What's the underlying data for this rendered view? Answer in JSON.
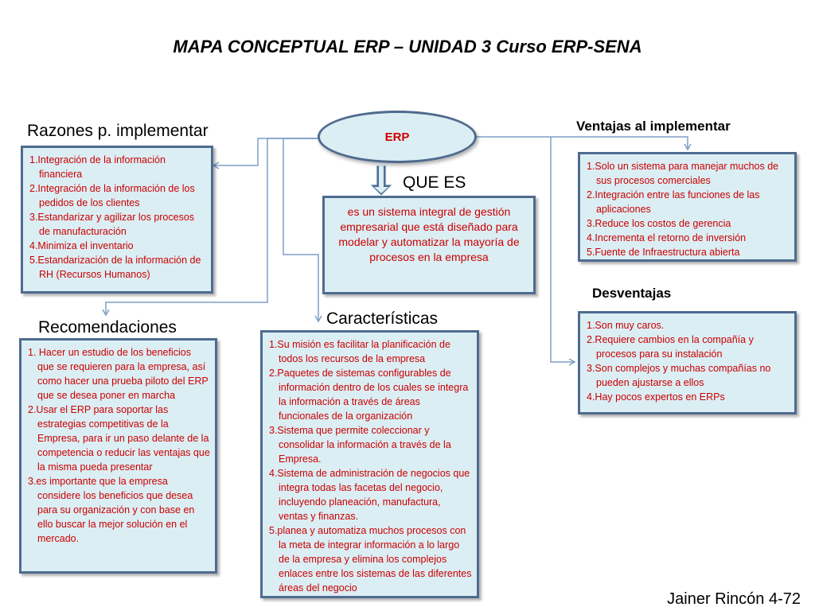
{
  "title": "MAPA CONCEPTUAL  ERP – UNIDAD 3 Curso ERP-SENA",
  "center": {
    "label": "ERP"
  },
  "que_es": {
    "heading": "QUE ES",
    "text": "es un sistema integral de gestión empresarial que está diseñado para modelar y automatizar la mayoría de procesos en la empresa"
  },
  "razones": {
    "heading": "Razones p. implementar",
    "items": [
      "1.Integración de la información financiera",
      "2.Integración de la información de los pedidos de los clientes",
      "3.Estandarizar y agilizar los procesos de manufacturación",
      "4.Minimiza el inventario",
      "5.Estandarización de la información de RH (Recursos Humanos)"
    ]
  },
  "ventajas": {
    "heading": "Ventajas al implementar",
    "items": [
      "1.Solo un sistema para manejar muchos de sus procesos comerciales",
      "2.Integración entre las funciones de las aplicaciones",
      "3.Reduce los costos de gerencia",
      "4.Incrementa el retorno de inversión",
      "5.Fuente de Infraestructura abierta"
    ]
  },
  "desventajas": {
    "heading": "Desventajas",
    "items": [
      "1.Son muy caros.",
      "2.Requiere cambios en la compañía y procesos para su instalación",
      "3.Son complejos y muchas compañías no pueden ajustarse a ellos",
      "4.Hay pocos expertos en ERPs"
    ]
  },
  "recomendaciones": {
    "heading": "Recomendaciones",
    "items": [
      "1. Hacer un estudio de los beneficios que se requieren para la empresa, así como hacer una prueba piloto del ERP que se desea poner en marcha",
      "2.Usar el ERP para soportar las estrategias competitivas de la Empresa, para ir un paso delante de la competencia o reducir las ventajas que la misma pueda presentar",
      "3.es importante que la empresa considere los beneficios que desea para su organización y con base en ello buscar la mejor solución en el mercado."
    ]
  },
  "caracteristicas": {
    "heading": "Características",
    "items": [
      "1.Su misión es facilitar la planificación de todos los recursos de la empresa",
      "2.Paquetes de sistemas configurables de información dentro de los cuales se integra la información a través de áreas funcionales de la organización",
      "3.Sistema que permite coleccionar y consolidar la información a través de la Empresa.",
      "4.Sistema de administración de negocios que integra todas las facetas del negocio, incluyendo planeación, manufactura, ventas y finanzas.",
      "5.planea y automatiza muchos procesos con la meta de integrar información a lo largo de la empresa y elimina los complejos enlaces entre los sistemas de las diferentes áreas del negocio"
    ]
  },
  "footer": "Jainer Rincón 4-72",
  "colors": {
    "box_fill": "#dbeef4",
    "box_border": "#4f6b8f",
    "text_red": "#cc0000",
    "connector": "#7f9fc6"
  }
}
